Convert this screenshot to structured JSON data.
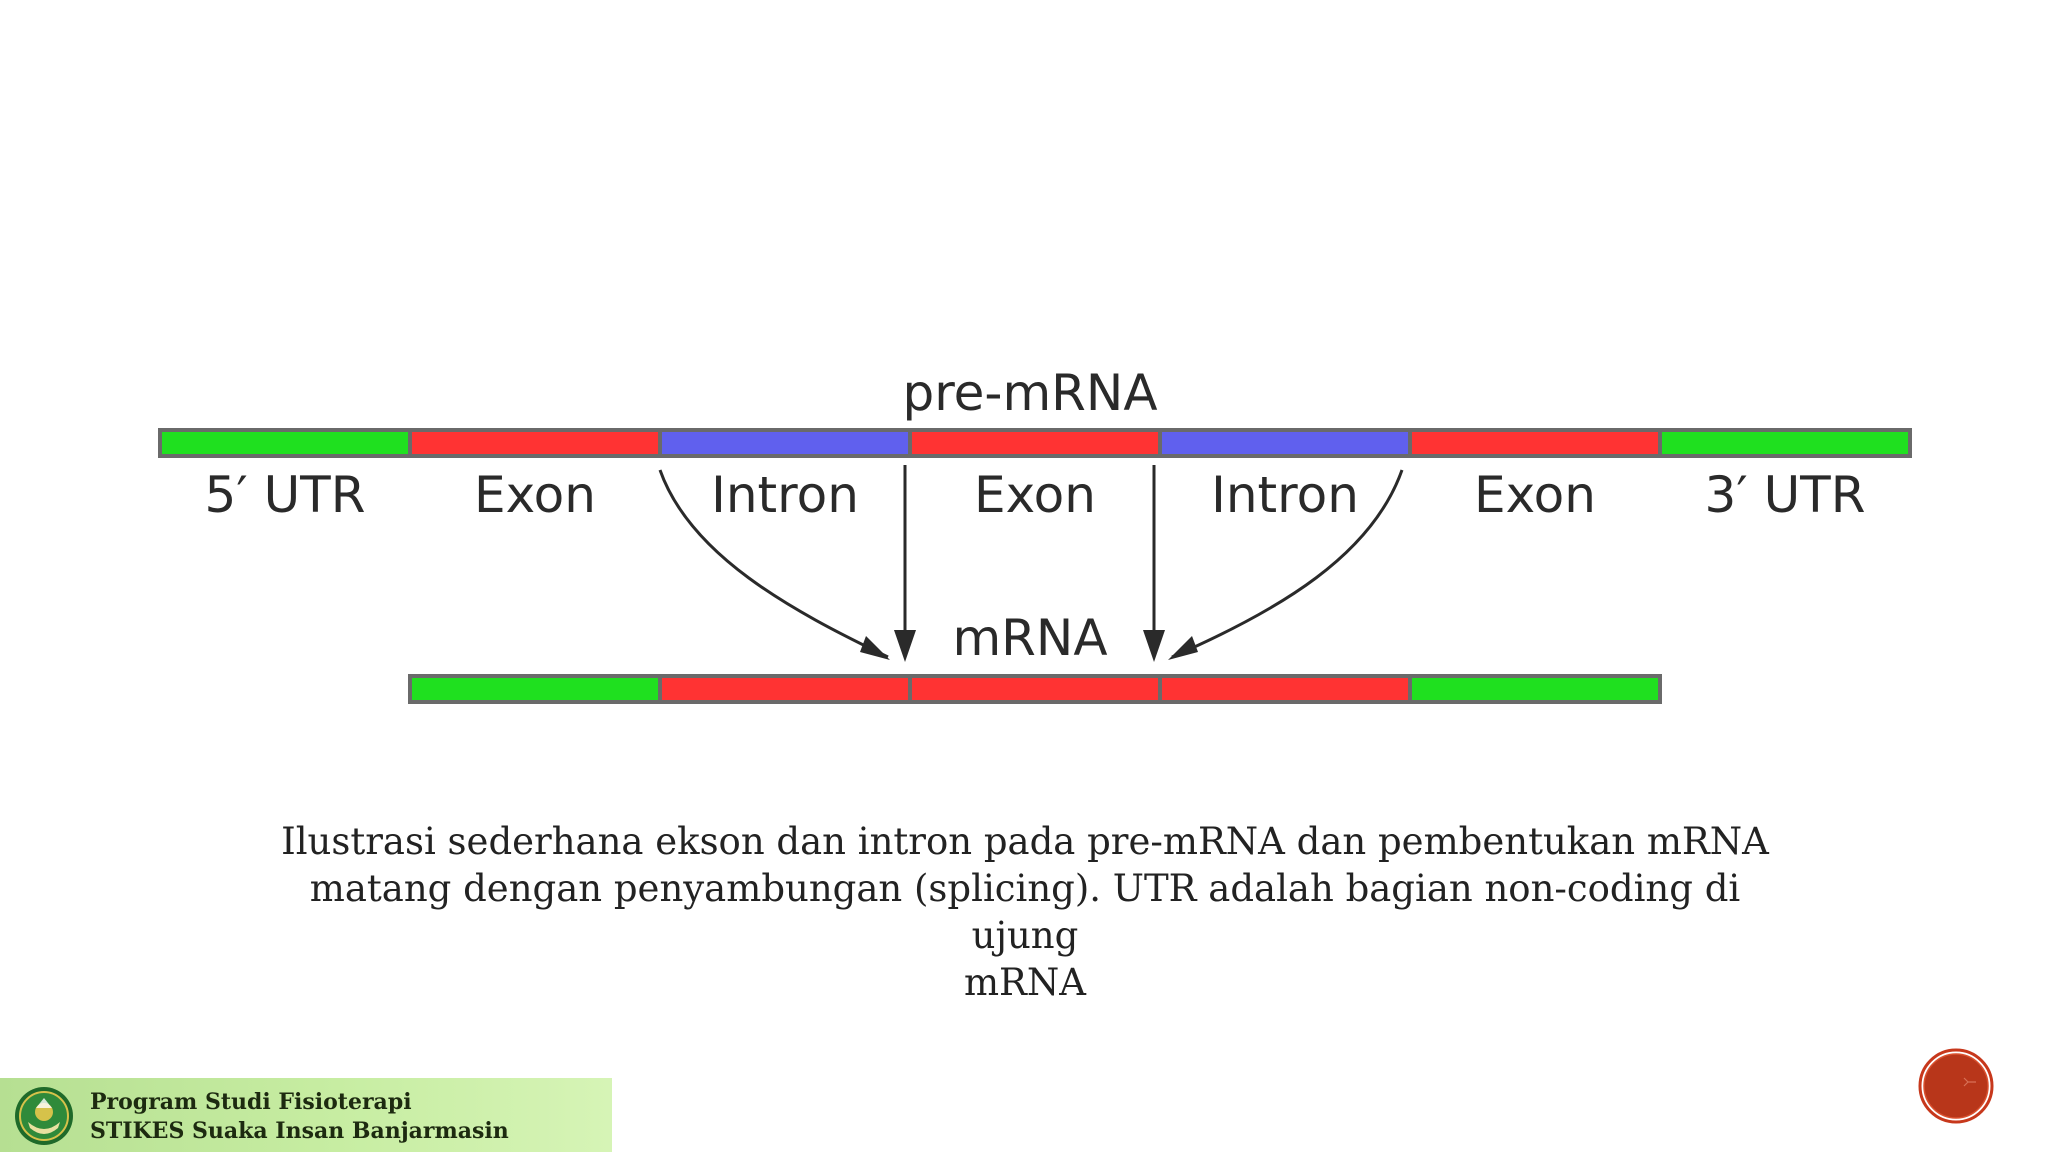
{
  "diagram": {
    "pre_mrna_title": "pre-mRNA",
    "mrna_title": "mRNA",
    "colors": {
      "utr": "#1fe01f",
      "exon": "#ff3333",
      "intron": "#6060ee"
    },
    "pre_mrna_segments": [
      {
        "type": "utr",
        "label": "5′ UTR"
      },
      {
        "type": "exon",
        "label": "Exon"
      },
      {
        "type": "intron",
        "label": "Intron"
      },
      {
        "type": "exon",
        "label": "Exon"
      },
      {
        "type": "intron",
        "label": "Intron"
      },
      {
        "type": "exon",
        "label": "Exon"
      },
      {
        "type": "utr",
        "label": "3′ UTR"
      }
    ],
    "mrna_segments": [
      {
        "type": "utr"
      },
      {
        "type": "exon"
      },
      {
        "type": "exon"
      },
      {
        "type": "exon"
      },
      {
        "type": "utr"
      }
    ]
  },
  "caption": {
    "line1": "Ilustrasi sederhana ekson dan intron pada pre-mRNA dan pembentukan mRNA",
    "line2": "matang dengan penyambungan (splicing). UTR adalah bagian non-coding di ujung",
    "line3": "mRNA"
  },
  "footer": {
    "line1": "Program Studi Fisioterapi",
    "line2": "STIKES Suaka Insan Banjarmasin"
  }
}
